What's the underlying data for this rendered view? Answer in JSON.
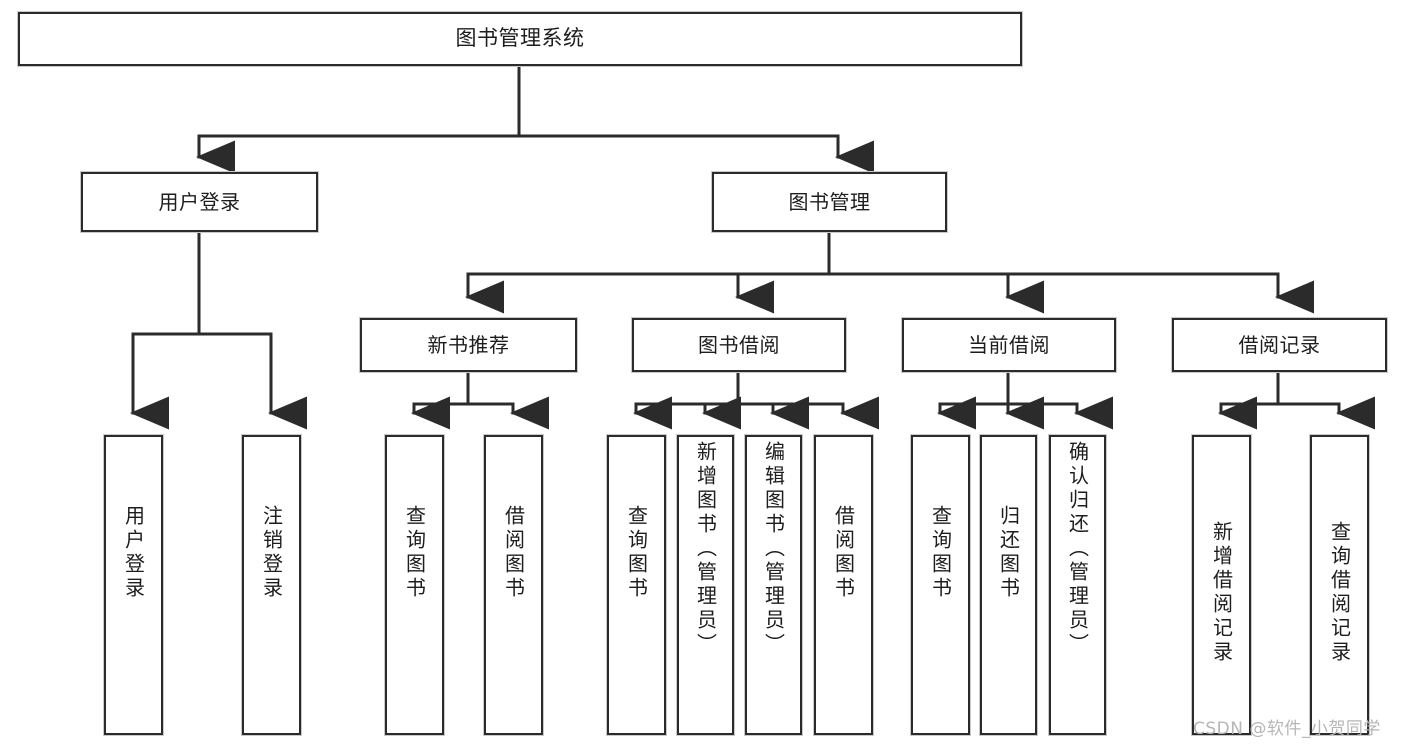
{
  "diagram": {
    "title": "图书管理系统",
    "type": "tree",
    "watermark": "CSDN @软件_小贺同学",
    "colors": {
      "border": "#2b2b2b",
      "border_shadow": "#c9c9c9",
      "background": "#ffffff",
      "text": "#1d1d1d",
      "connector": "#2b2b2b",
      "watermark": "#b6b6b6"
    },
    "nodes": {
      "root": {
        "label": "图书管理系统"
      },
      "level1": [
        {
          "label": "用户登录"
        },
        {
          "label": "图书管理"
        }
      ],
      "level2": [
        {
          "label": "新书推荐"
        },
        {
          "label": "图书借阅"
        },
        {
          "label": "当前借阅"
        },
        {
          "label": "借阅记录"
        }
      ],
      "leaves": {
        "user_login": [
          {
            "label": "用户登录"
          },
          {
            "label": "注销登录"
          }
        ],
        "new_book_recommend": [
          {
            "label": "查询图书"
          },
          {
            "label": "借阅图书"
          }
        ],
        "book_borrow": [
          {
            "label": "查询图书"
          },
          {
            "label": "新增图书（管理员）"
          },
          {
            "label": "编辑图书（管理员）"
          },
          {
            "label": "借阅图书"
          }
        ],
        "current_borrow": [
          {
            "label": "查询图书"
          },
          {
            "label": "归还图书"
          },
          {
            "label": "确认归还（管理员）"
          }
        ],
        "borrow_record": [
          {
            "label": "新增借阅记录"
          },
          {
            "label": "查询借阅记录"
          }
        ]
      }
    }
  }
}
